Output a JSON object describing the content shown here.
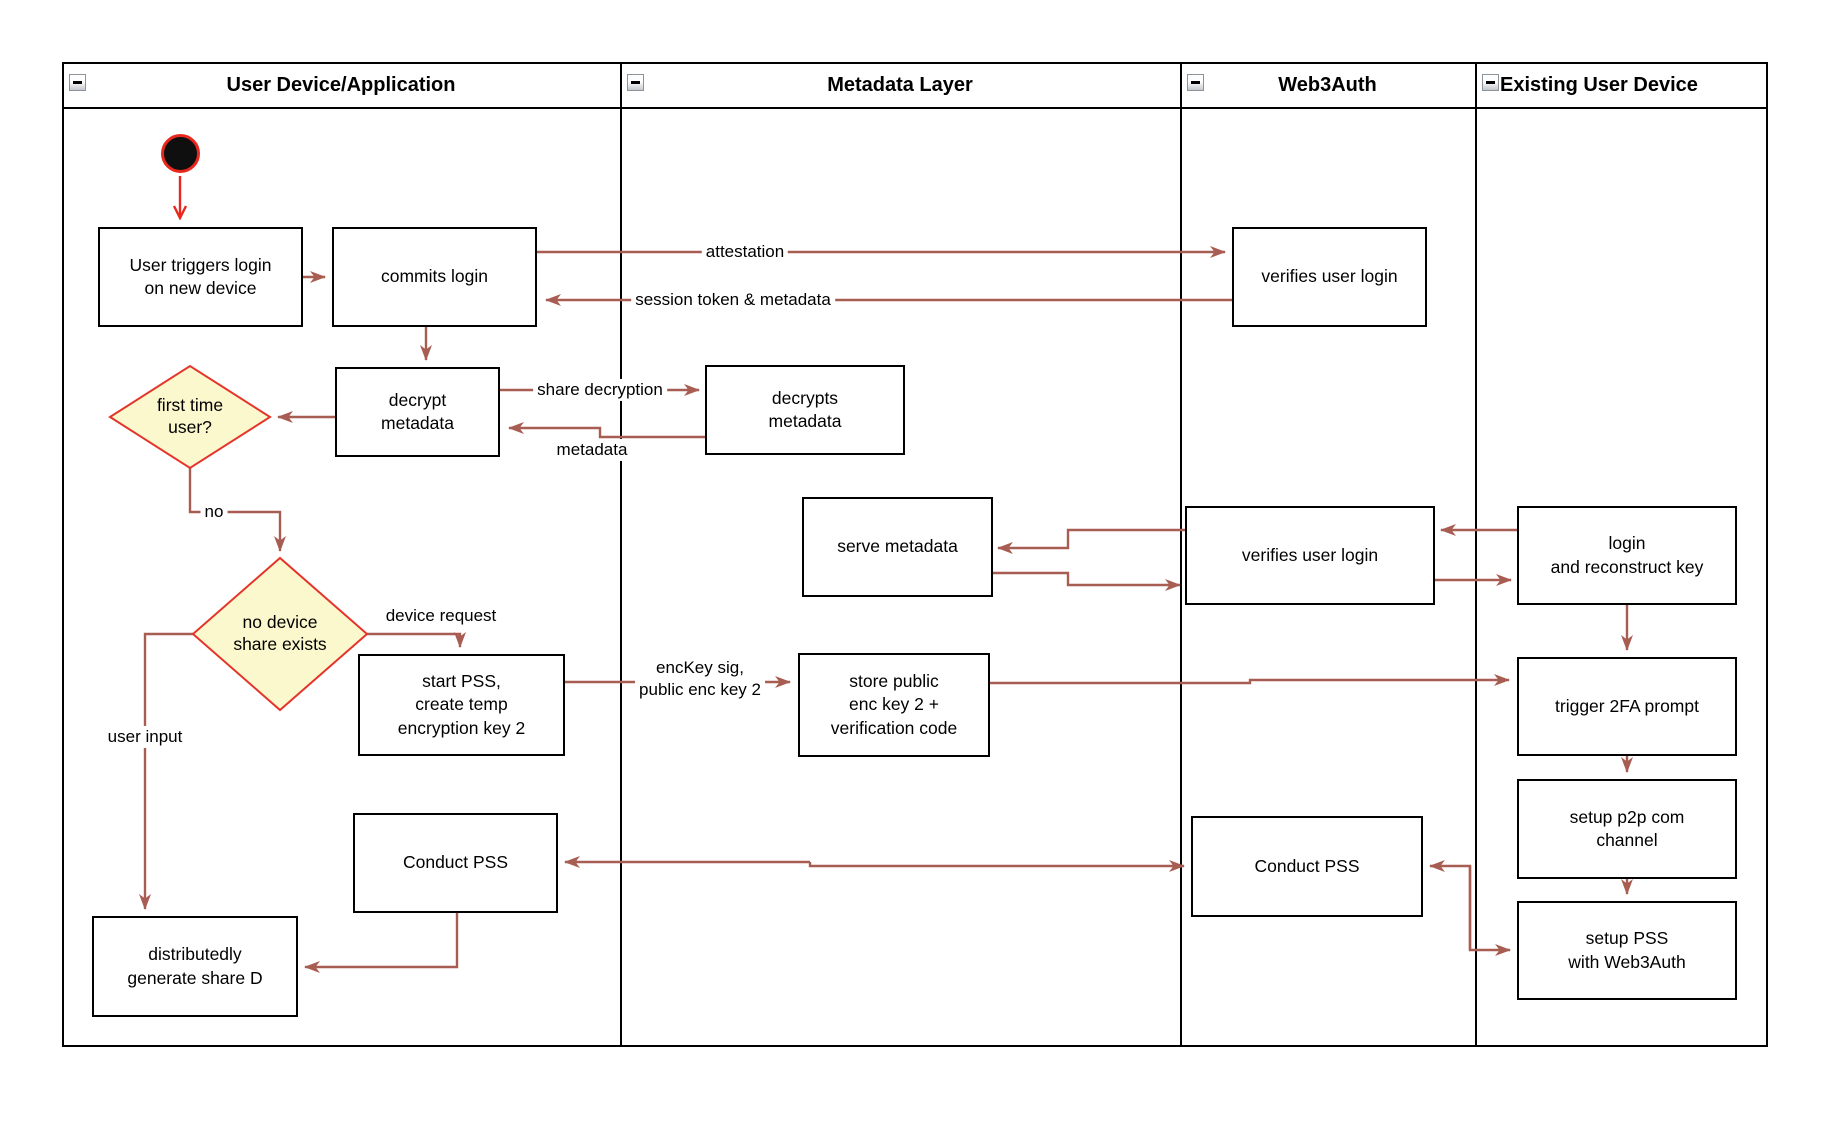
{
  "lanes": [
    {
      "title": "User Device/Application"
    },
    {
      "title": "Metadata Layer"
    },
    {
      "title": "Web3Auth"
    },
    {
      "title": "Existing User Device"
    }
  ],
  "nodes": {
    "user_triggers": {
      "label": "User triggers login\non new device"
    },
    "commits_login": {
      "label": "commits login"
    },
    "decrypt_metadata": {
      "label": "decrypt\nmetadata"
    },
    "first_time_user": {
      "label": "first time\nuser?"
    },
    "no_device_share": {
      "label": "no device\nshare exists"
    },
    "start_pss": {
      "label": "start PSS,\ncreate temp\nencryption key 2"
    },
    "conduct_pss_user": {
      "label": "Conduct PSS"
    },
    "dist_gen_share": {
      "label": "distributedly\ngenerate share D"
    },
    "decrypts_metadata": {
      "label": "decrypts\nmetadata"
    },
    "serve_metadata": {
      "label": "serve metadata"
    },
    "store_public": {
      "label": "store public\nenc key 2 +\nverification code"
    },
    "verifies_top": {
      "label": "verifies user login"
    },
    "verifies_mid": {
      "label": "verifies user login"
    },
    "conduct_pss_web3": {
      "label": "Conduct PSS"
    },
    "login_reconstruct": {
      "label": "login\nand reconstruct key"
    },
    "trigger_2fa": {
      "label": "trigger 2FA prompt"
    },
    "setup_p2p": {
      "label": "setup p2p com\nchannel"
    },
    "setup_pss": {
      "label": "setup PSS\nwith Web3Auth"
    }
  },
  "edge_labels": {
    "attestation": "attestation",
    "session_token": "session token & metadata",
    "share_decryption": "share decryption",
    "metadata": "metadata",
    "no": "no",
    "device_request": "device request",
    "user_input": "user input",
    "enckey": "encKey sig,\npublic enc key 2"
  },
  "colors": {
    "arrow": "#a85d52",
    "start_red": "#e8281e",
    "decision_fill": "#fcf8cd",
    "decision_border": "#e5352b",
    "node_border": "#000000",
    "lane_border": "#000000"
  }
}
